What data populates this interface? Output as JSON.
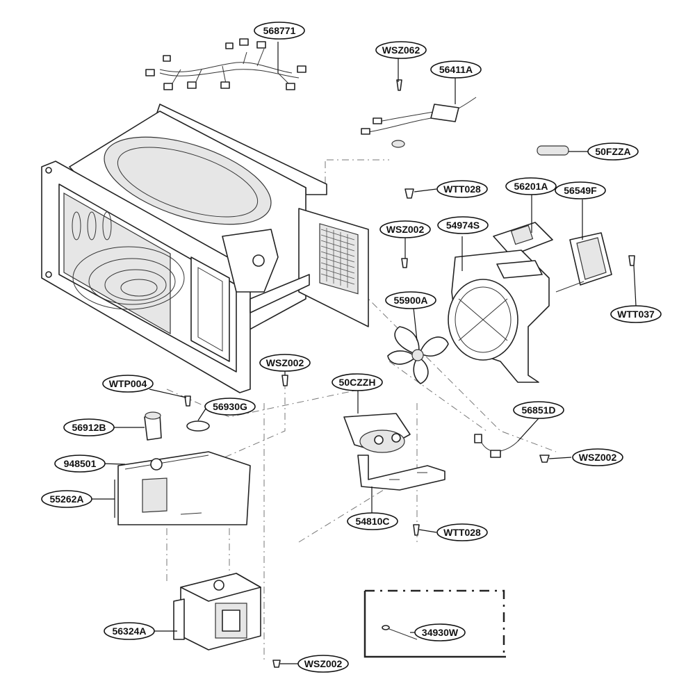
{
  "parts": [
    {
      "id": "568771",
      "label": "568771"
    },
    {
      "id": "WSZ062",
      "label": "WSZ062"
    },
    {
      "id": "56411A",
      "label": "56411A"
    },
    {
      "id": "50FZZA",
      "label": "50FZZA"
    },
    {
      "id": "WTT028-top",
      "label": "WTT028"
    },
    {
      "id": "56201A",
      "label": "56201A"
    },
    {
      "id": "56549F",
      "label": "56549F"
    },
    {
      "id": "WSZ002-mid",
      "label": "WSZ002"
    },
    {
      "id": "54974S",
      "label": "54974S"
    },
    {
      "id": "WTT037",
      "label": "WTT037"
    },
    {
      "id": "55900A",
      "label": "55900A"
    },
    {
      "id": "WSZ002-center",
      "label": "WSZ002"
    },
    {
      "id": "WTP004",
      "label": "WTP004"
    },
    {
      "id": "50CZZH",
      "label": "50CZZH"
    },
    {
      "id": "56930G",
      "label": "56930G"
    },
    {
      "id": "56912B",
      "label": "56912B"
    },
    {
      "id": "56851D",
      "label": "56851D"
    },
    {
      "id": "948501",
      "label": "948501"
    },
    {
      "id": "WSZ002-right",
      "label": "WSZ002"
    },
    {
      "id": "55262A",
      "label": "55262A"
    },
    {
      "id": "54810C",
      "label": "54810C"
    },
    {
      "id": "WTT028-bottom",
      "label": "WTT028"
    },
    {
      "id": "56324A",
      "label": "56324A"
    },
    {
      "id": "34930W",
      "label": "34930W"
    },
    {
      "id": "WSZ002-bottom",
      "label": "WSZ002"
    }
  ]
}
